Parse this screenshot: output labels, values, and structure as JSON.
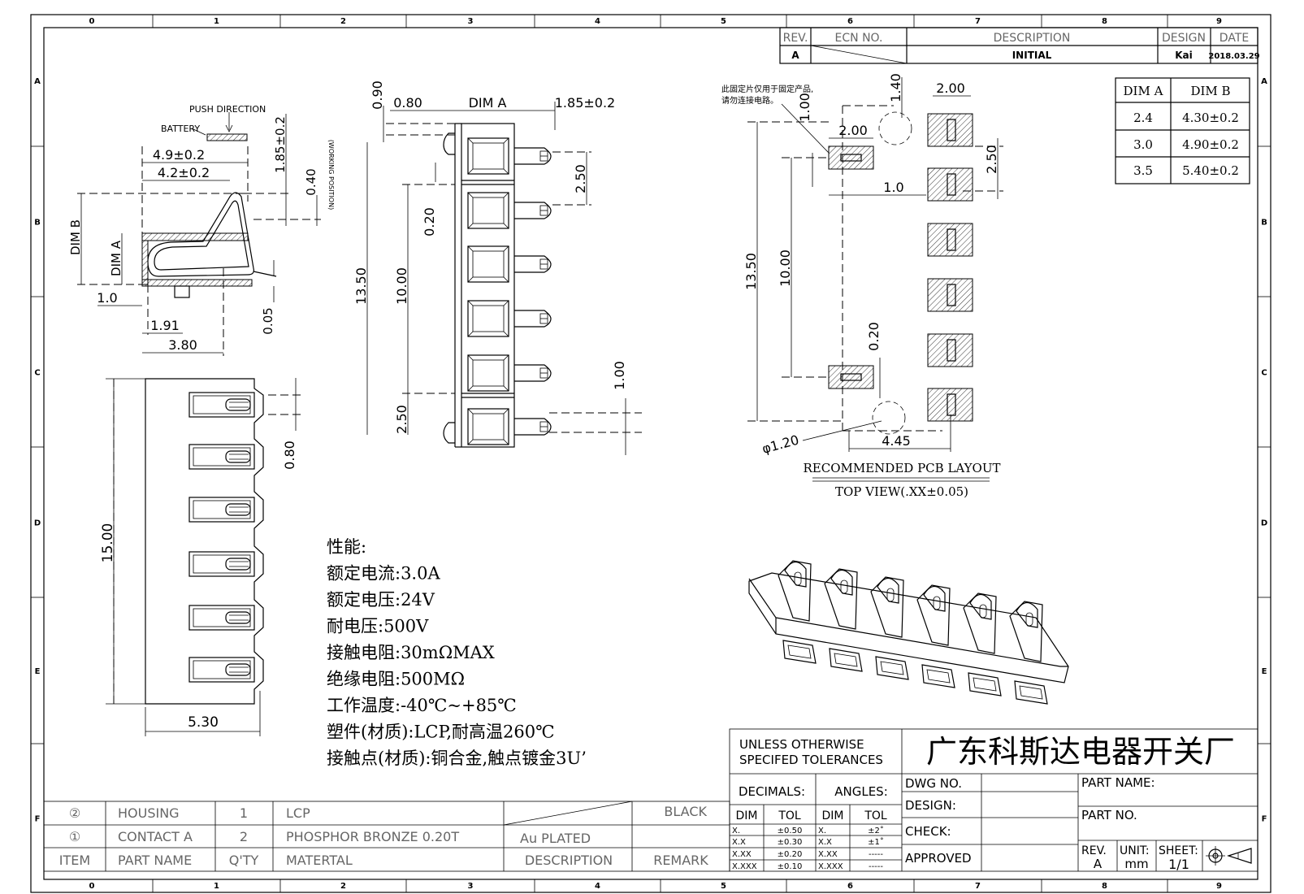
{
  "grid": {
    "cols": [
      "0",
      "1",
      "2",
      "3",
      "4",
      "5",
      "6",
      "7",
      "8",
      "9"
    ],
    "rows": [
      "A",
      "B",
      "C",
      "D",
      "E",
      "F"
    ]
  },
  "rev_block": {
    "headers": {
      "rev": "REV.",
      "ecn": "ECN  NO.",
      "desc": "DESCRIPTION",
      "design": "DESIGN",
      "date": "DATE"
    },
    "row": {
      "rev": "A",
      "desc": "INITIAL",
      "design": "Kai",
      "date": "2018.03.29"
    }
  },
  "dim_table": {
    "headers": [
      "DIM A",
      "DIM B"
    ],
    "rows": [
      [
        "2.4",
        "4.30±0.2"
      ],
      [
        "3.0",
        "4.90±0.2"
      ],
      [
        "3.5",
        "5.40±0.2"
      ]
    ]
  },
  "side_view": {
    "push": "PUSH DIRECTION",
    "battery": "BATTERY",
    "d1": "4.9±0.2",
    "d2": "4.2±0.2",
    "d3": "1.85±0.2",
    "d4": "0.40",
    "working": "(WORKING POSITION)",
    "dimb": "DIM B",
    "dima": "DIM A",
    "d5": "1.0",
    "d6": "1.91",
    "d7": "3.80",
    "d8": "0.05"
  },
  "front_view": {
    "d1": "0.90",
    "d2": "0.80",
    "dima": "DIM A",
    "d3": "1.85±0.2",
    "d4": "2.50",
    "d5": "0.20",
    "d6": "13.50",
    "d7": "10.00",
    "d8": "2.50",
    "d9": "1.00"
  },
  "top_view": {
    "d1": "0.80",
    "d2": "15.00",
    "d3": "5.30"
  },
  "pcb": {
    "note1": "此固定片仅用于固定产品,",
    "note2": "请勿连接电路。",
    "d1": "1.40",
    "d2": "2.00",
    "d3": "1.00",
    "d4": "2.00",
    "d5": "2.50",
    "d6": "1.0",
    "d7": "13.50",
    "d8": "10.00",
    "d9": "0.20",
    "d10": "φ1.20",
    "d11": "4.45",
    "title": "RECOMMENDED PCB LAYOUT",
    "subtitle": "TOP VIEW(.XX±0.05)"
  },
  "specs": [
    "性能:",
    "额定电流:3.0A",
    "额定电压:24V",
    "耐电压:500V",
    "接触电阻:30mΩMAX",
    "绝缘电阻:500MΩ",
    "工作温度:-40℃~+85℃",
    "塑件(材质):LCP,耐高温260℃",
    "接触点(材质):铜合金,触点镀金3U’"
  ],
  "bom": {
    "rows": [
      {
        "item": "②",
        "name": "HOUSING",
        "qty": "1",
        "material": "LCP",
        "desc": "",
        "remark": "BLACK"
      },
      {
        "item": "①",
        "name": "CONTACT A",
        "qty": "2",
        "material": "PHOSPHOR BRONZE 0.20T",
        "desc": "Au PLATED",
        "remark": ""
      }
    ],
    "header": {
      "item": "ITEM",
      "name": "PART NAME",
      "qty": "Q'TY",
      "material": "MATERTAL",
      "desc": "DESCRIPTION",
      "remark": "REMARK"
    }
  },
  "title_block": {
    "unless1": "UNLESS  OTHERWISE",
    "unless2": "SPECIFED  TOLERANCES",
    "company": "广东科斯达电器开关厂",
    "decimals": "DECIMALS:",
    "angles": "ANGLES:",
    "dim": "DIM",
    "tol": "TOL",
    "dec_rows": [
      [
        "X.",
        "±0.50"
      ],
      [
        "X.X",
        "±0.30"
      ],
      [
        "X.XX",
        "±0.20"
      ],
      [
        "X.XXX",
        "±0.10"
      ]
    ],
    "ang_rows": [
      [
        "X.",
        "±2˚"
      ],
      [
        "X.X",
        "±1˚"
      ],
      [
        "X.XX",
        "-----"
      ],
      [
        "X.XXX",
        "-----"
      ]
    ],
    "dwg_no": "DWG  NO.",
    "design": "DESIGN:",
    "check": "CHECK:",
    "approved": "APPROVED",
    "part_name": "PART  NAME:",
    "part_no": "PART  NO.",
    "rev": "REV.",
    "rev_val": "A",
    "unit": "UNIT:",
    "unit_val": "mm",
    "sheet": "SHEET:",
    "sheet_val": "1/1"
  }
}
